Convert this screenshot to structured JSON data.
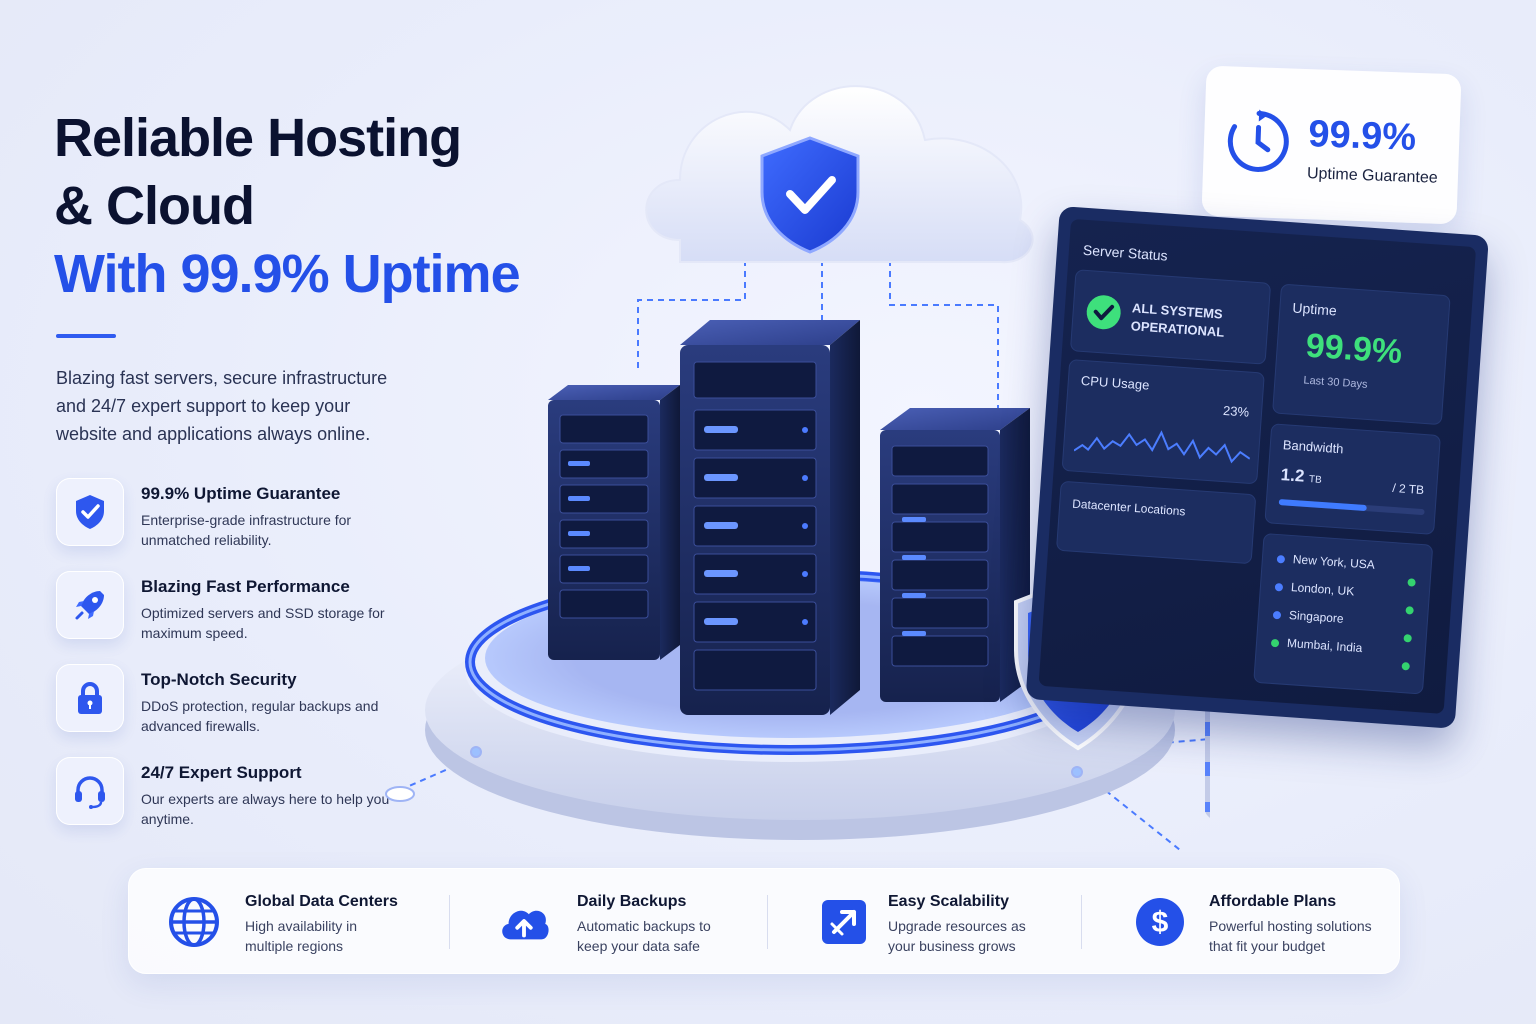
{
  "hero": {
    "title_line1": "Reliable Hosting",
    "title_line2": "& Cloud",
    "title_accent": "With 99.9% Uptime",
    "description": "Blazing fast servers, secure infrastructure and 24/7 expert support to keep your website and applications always online."
  },
  "features": [
    {
      "icon": "shield-check-icon",
      "title": "99.9% Uptime Guarantee",
      "desc": "Enterprise-grade infrastructure for unmatched reliability."
    },
    {
      "icon": "rocket-icon",
      "title": "Blazing Fast Performance",
      "desc": "Optimized servers and SSD storage for maximum speed."
    },
    {
      "icon": "lock-icon",
      "title": "Top-Notch Security",
      "desc": "DDoS protection, regular backups and advanced firewalls."
    },
    {
      "icon": "headset-icon",
      "title": "24/7 Expert Support",
      "desc": "Our experts are always here to help you anytime."
    }
  ],
  "uptime_badge": {
    "value": "99.9%",
    "label": "Uptime Guarantee"
  },
  "dashboard": {
    "title": "Server Status",
    "status_line1": "ALL SYSTEMS",
    "status_line2": "OPERATIONAL",
    "uptime_label": "Uptime",
    "uptime_value": "99.9%",
    "uptime_period": "Last 30 Days",
    "cpu_label": "CPU Usage",
    "cpu_value": "23%",
    "bandwidth_label": "Bandwidth",
    "bandwidth_used": "1.2",
    "bandwidth_unit": "TB",
    "bandwidth_total": "/ 2 TB",
    "bandwidth_fraction": 0.6,
    "datacenter_label": "Datacenter Locations",
    "locations": [
      "New York, USA",
      "London, UK",
      "Singapore",
      "Mumbai, India"
    ]
  },
  "bottom": [
    {
      "icon": "globe-icon",
      "title": "Global Data Centers",
      "desc": "High availability in multiple regions"
    },
    {
      "icon": "cloud-upload-icon",
      "title": "Daily Backups",
      "desc": "Automatic backups to keep your data safe"
    },
    {
      "icon": "scale-arrow-icon",
      "title": "Easy Scalability",
      "desc": "Upgrade resources as your business grows"
    },
    {
      "icon": "dollar-icon",
      "title": "Affordable Plans",
      "desc": "Powerful hosting solutions that fit your budget"
    }
  ],
  "colors": {
    "accent": "#2450e8",
    "navy": "#0b1230",
    "success": "#3ee07c",
    "glow": "#4b7dff"
  }
}
